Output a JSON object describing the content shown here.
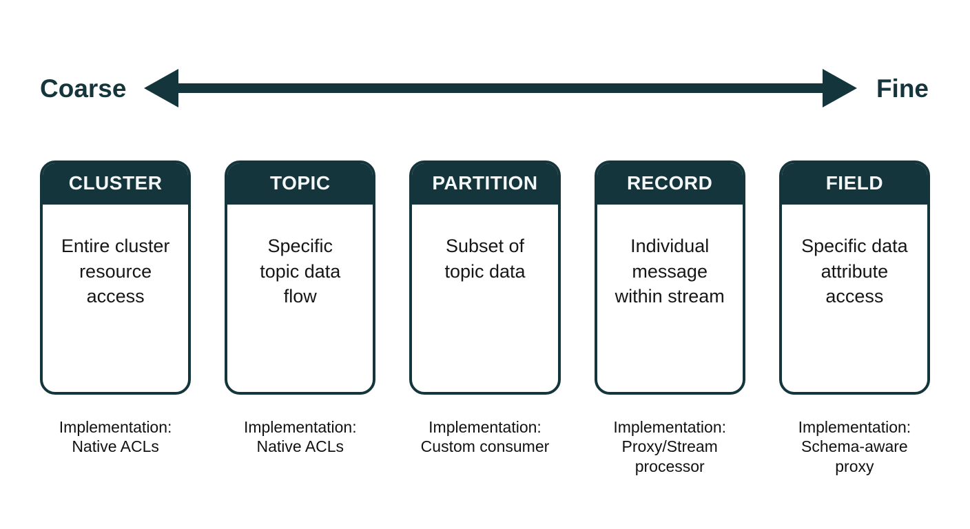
{
  "diagram_title": "access-control-granularity-spectrum",
  "colors": {
    "accent": "#14353c",
    "background": "#ffffff",
    "header_text": "#f4f8f9",
    "body_text": "#161616"
  },
  "spectrum": {
    "left_label": "Coarse",
    "right_label": "Fine"
  },
  "columns": [
    {
      "title": "CLUSTER",
      "description": "Entire cluster\nresource\naccess",
      "implementation": "Implementation:\nNative ACLs"
    },
    {
      "title": "TOPIC",
      "description": "Specific\ntopic data\nflow",
      "implementation": "Implementation:\nNative ACLs"
    },
    {
      "title": "PARTITION",
      "description": "Subset of\ntopic data",
      "implementation": "Implementation:\nCustom consumer"
    },
    {
      "title": "RECORD",
      "description": "Individual\nmessage\nwithin stream",
      "implementation": "Implementation:\nProxy/Stream\nprocessor"
    },
    {
      "title": "FIELD",
      "description": "Specific data\nattribute\naccess",
      "implementation": "Implementation:\nSchema-aware\nproxy"
    }
  ]
}
